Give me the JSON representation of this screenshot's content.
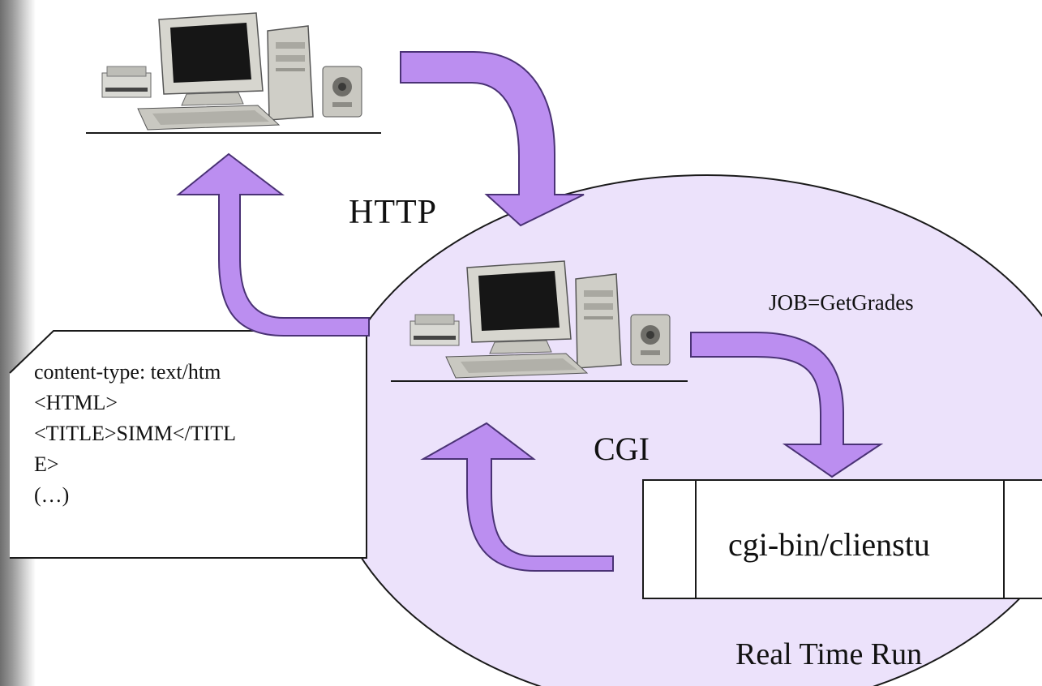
{
  "labels": {
    "http": "HTTP",
    "cgi": "CGI",
    "job": "JOB=GetGrades",
    "cgi_program": "cgi-bin/clienstu",
    "real_time_run": "Real Time Run"
  },
  "response_lines": [
    "content-type: text/htm",
    "<HTML>",
    "<TITLE>SIMM</TITL",
    "E>",
    "(…)"
  ],
  "colors": {
    "arrow_fill": "#bb8ef0",
    "arrow_stroke": "#4a3275",
    "server_zone": "#ece2fb"
  },
  "icons": {
    "client": "desktop-computer-icon",
    "server": "desktop-computer-icon"
  }
}
